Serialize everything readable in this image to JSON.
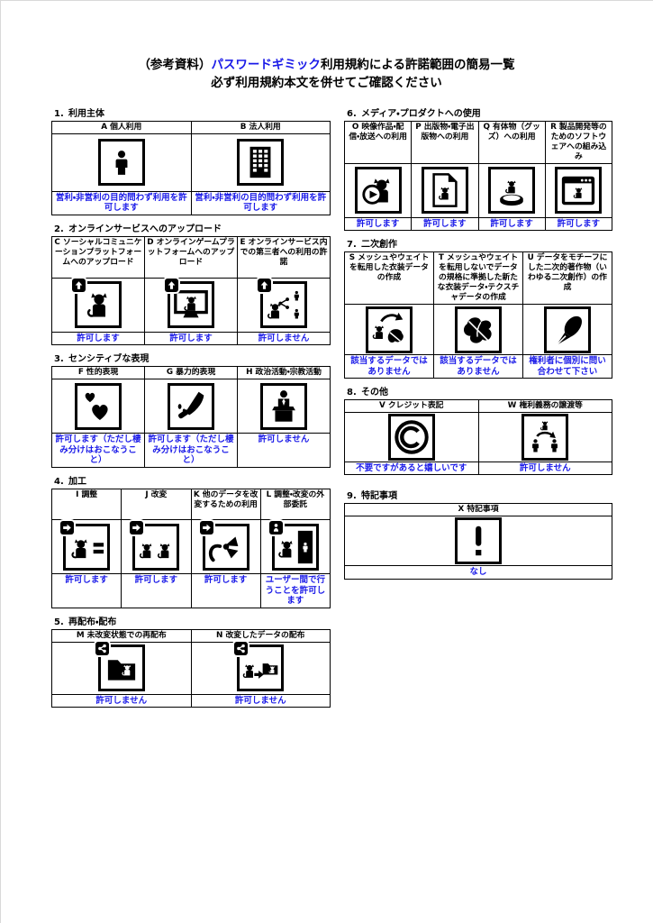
{
  "title": {
    "prefix": "（参考資料）",
    "brand": "パスワードギミック",
    "suffix": "利用規約による許諾範囲の簡易一覧",
    "line2": "必ず利用規約本文を併せてご確認ください"
  },
  "colors": {
    "accent": "#1a1ae8",
    "text": "#000000"
  },
  "sections": {
    "s1": {
      "number": "1.",
      "title": "利用主体",
      "cells": [
        {
          "header": "A 個人利用",
          "icon": "person-icon",
          "result": "営利・非営利の目的問わず利用を許可します"
        },
        {
          "header": "B 法人利用",
          "icon": "building-icon",
          "result": "営利・非営利の目的問わず利用を許可します"
        }
      ]
    },
    "s2": {
      "number": "2.",
      "title": "オンラインサービスへのアップロード",
      "cells": [
        {
          "header": "C ソーシャルコミュニケーションプラットフォームへのアップロード",
          "icon": "upload-cat-icon",
          "badge": "upload-badge-icon",
          "result": "許可します"
        },
        {
          "header": "D オンラインゲームプラットフォームへのアップロード",
          "icon": "upload-game-cat-icon",
          "badge": "upload-badge-icon",
          "result": "許可します"
        },
        {
          "header": "E オンラインサービス内での第三者への利用の許諾",
          "icon": "share-third-party-icon",
          "badge": "upload-badge-icon",
          "result": "許可しません"
        }
      ]
    },
    "s3": {
      "number": "3.",
      "title": "センシティブな表現",
      "cells": [
        {
          "header": "F 性的表現",
          "icon": "hearts-icon",
          "result": "許可します（ただし棲み分けはおこなうこと）"
        },
        {
          "header": "G 暴力的表現",
          "icon": "knife-icon",
          "result": "許可します（ただし棲み分けはおこなうこと）"
        },
        {
          "header": "H 政治活動・宗教活動",
          "icon": "podium-speaker-icon",
          "result": "許可しません"
        }
      ]
    },
    "s4": {
      "number": "4.",
      "title": "加工",
      "cells": [
        {
          "header": "I 調整",
          "icon": "adjust-cat-icon",
          "badge": "modify-badge-icon",
          "result": "許可します"
        },
        {
          "header": "J 改変",
          "icon": "modify-cats-icon",
          "badge": "modify-badge-icon",
          "result": "許可します"
        },
        {
          "header": "K 他のデータを改変するための利用",
          "icon": "other-data-icon",
          "badge": "modify-badge-icon",
          "result": "許可します"
        },
        {
          "header": "L 調整・改変の外部委託",
          "icon": "outsource-icon",
          "badge": "outsource-badge-icon",
          "result": "ユーザー間で行うことを許可します"
        }
      ]
    },
    "s5": {
      "number": "5.",
      "title": "再配布・配布",
      "cells": [
        {
          "header": "M 未改変状態での再配布",
          "icon": "redistribute-folder-icon",
          "badge": "share-badge-icon",
          "result": "許可しません"
        },
        {
          "header": "N 改変したデータの配布",
          "icon": "modified-distribute-icon",
          "badge": "share-badge-icon",
          "result": "許可しません"
        }
      ]
    },
    "s6": {
      "number": "6.",
      "title": "メディア・プロダクトへの使用",
      "cells": [
        {
          "header": "O 映像作品・配信・放送への利用",
          "icon": "video-cat-icon",
          "result": "許可します"
        },
        {
          "header": "P 出版物・電子出版物への利用",
          "icon": "publication-cat-icon",
          "result": "許可します"
        },
        {
          "header": "Q 有体物（グッズ）への利用",
          "icon": "goods-cat-icon",
          "result": "許可します"
        },
        {
          "header": "R 製品開発等のためのソフトウェアへの組み込み",
          "icon": "software-cat-icon",
          "result": "許可します"
        }
      ]
    },
    "s7": {
      "number": "7.",
      "title": "二次創作",
      "cells": [
        {
          "header": "S メッシュやウェイトを転用した衣装データの作成",
          "icon": "mesh-reuse-icon",
          "result": "該当するデータではありません"
        },
        {
          "header": "T メッシュやウェイトを転用しないでデータの規格に準拠した新たな衣装データ・テクスチャデータの作成",
          "icon": "new-costume-icon",
          "result": "該当するデータではありません"
        },
        {
          "header": "U データをモチーフにした二次的著作物（いわゆる二次創作）の作成",
          "icon": "fanart-pen-icon",
          "result": "権利者に個別に問い合わせて下さい"
        }
      ]
    },
    "s8": {
      "number": "8.",
      "title": "その他",
      "cells": [
        {
          "header": "V クレジット表記",
          "icon": "copyright-icon",
          "result": "不要ですがあると嬉しいです"
        },
        {
          "header": "W 権利義務の譲渡等",
          "icon": "rights-transfer-icon",
          "result": "許可しません"
        }
      ]
    },
    "s9": {
      "number": "9.",
      "title": "特記事項",
      "cells": [
        {
          "header": "X 特記事項",
          "icon": "exclamation-icon",
          "result": "なし"
        }
      ]
    }
  }
}
